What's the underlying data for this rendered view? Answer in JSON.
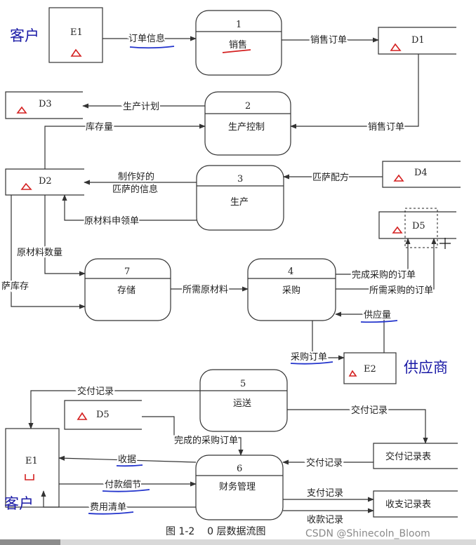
{
  "labels": {
    "customer": "客户",
    "supplier": "供应商",
    "e1": "E1",
    "e2": "E2",
    "d1": "D1",
    "d2": "D2",
    "d3": "D3",
    "d4": "D4",
    "d5": "D5",
    "p1_num": "1",
    "p1_name": "销售",
    "p2_num": "2",
    "p2_name": "生产控制",
    "p3_num": "3",
    "p3_name": "生产",
    "p4_num": "4",
    "p4_name": "采购",
    "p5_num": "5",
    "p5_name": "运送",
    "p6_num": "6",
    "p6_name": "财务管理",
    "p7_num": "7",
    "p7_name": "存储",
    "store_delivery": "交付记录表",
    "store_finance": "收支记录表"
  },
  "flows": {
    "order_info": "订单信息",
    "sales_order_1": "销售订单",
    "production_plan": "生产计划",
    "inventory": "库存量",
    "sales_order_2": "销售订单",
    "made_pizza_1": "制作好的",
    "made_pizza_2": "匹萨的信息",
    "pizza_recipe": "匹萨配方",
    "material_request": "原材料申领单",
    "material_quantity": "原材料数量",
    "pizza_stock": "萨库存",
    "required_material": "所需原材料",
    "completed_po": "完成采购的订单",
    "required_po": "所需采购的订单",
    "supply_quantity": "供应量",
    "purchase_order": "采购订单",
    "delivery_record_1": "交付记录",
    "delivery_record_2": "交付记录",
    "completed_po_2": "完成的采购订单",
    "receipt": "收据",
    "payment_detail": "付款细节",
    "delivery_record_3": "交付记录",
    "expense_list": "费用清单",
    "payment_record": "支付记录",
    "income_record": "收款记录"
  },
  "caption": "图 1-2    0 层数据流图",
  "watermark": "CSDN @Shinecoln_Bloom"
}
